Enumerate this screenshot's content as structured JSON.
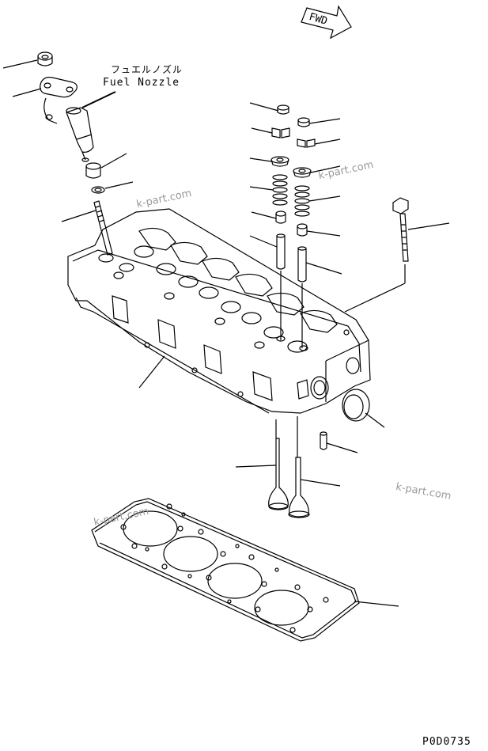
{
  "diagram": {
    "fuel_nozzle_label_ja": "フュエルノズル",
    "fuel_nozzle_label_en": "Fuel Nozzle",
    "fwd_label": "FWD",
    "drawing_code": "P0D0735",
    "watermarks": [
      "k-part.com",
      "k-part.com",
      "k-part.com",
      "k-part.com"
    ]
  }
}
